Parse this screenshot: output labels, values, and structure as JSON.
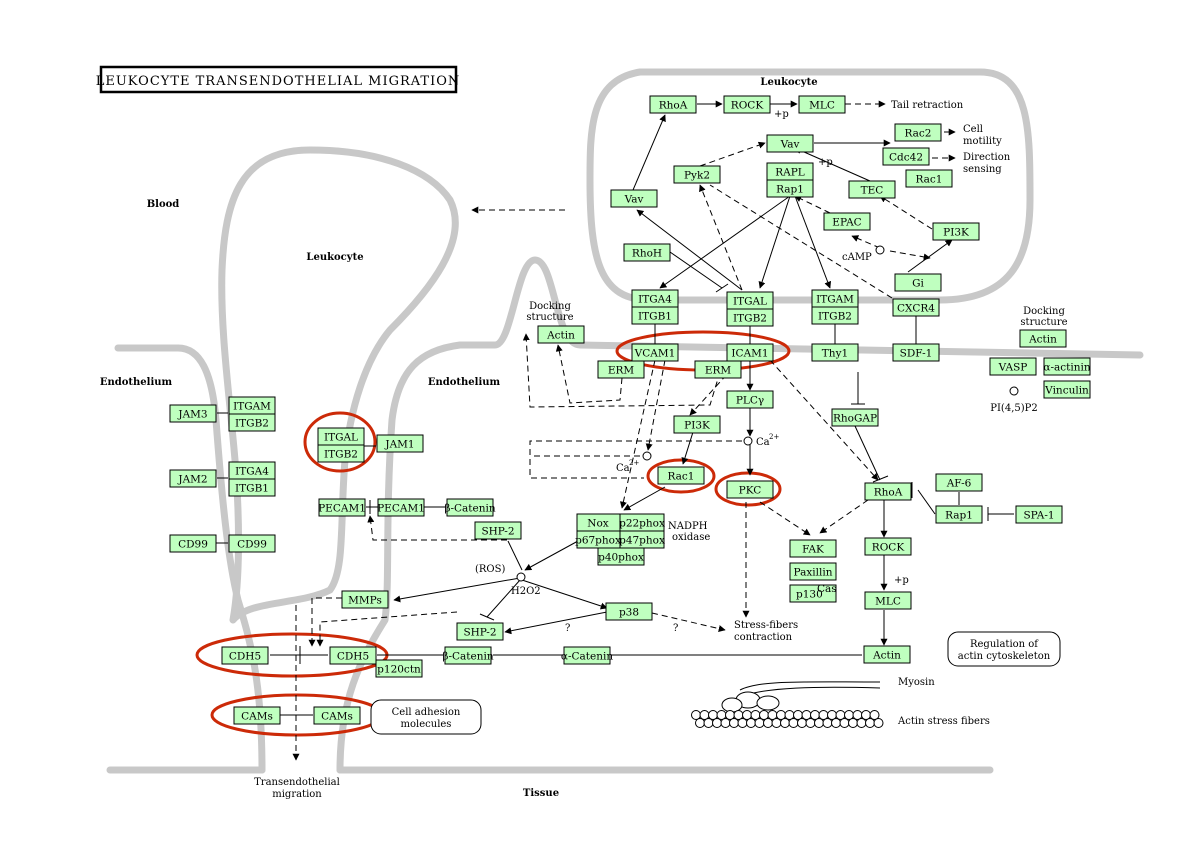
{
  "title": "LEUKOCYTE TRANSENDOTHELIAL MIGRATION",
  "genes": {
    "rhoa_top": "RhoA",
    "rock_top": "ROCK",
    "mlc_top": "MLC",
    "vav_top": "Vav",
    "rac2": "Rac2",
    "cdc42": "Cdc42",
    "rac1_top": "Rac1",
    "pyk2": "Pyk2",
    "rapl": "RAPL",
    "rap1_top": "Rap1",
    "tec": "TEC",
    "vav_left": "Vav",
    "epac": "EPAC",
    "pi3k_top": "PI3K",
    "rhoh": "RhoH",
    "gi": "Gi",
    "itga4": "ITGA4",
    "itgb1": "ITGB1",
    "itgal": "ITGAL",
    "itgb2": "ITGB2",
    "itgam": "ITGAM",
    "itgb2b": "ITGB2",
    "cxcr4": "CXCR4",
    "actin_dock": "Actin",
    "vcam1": "VCAM1",
    "icam1": "ICAM1",
    "thy1": "Thy1",
    "sdf1": "SDF-1",
    "erm1": "ERM",
    "erm2": "ERM",
    "actin_right": "Actin",
    "vasp": "VASP",
    "a_actinin": "α-actinin",
    "vinculin": "Vinculin",
    "jam3": "JAM3",
    "itgam_l": "ITGAM",
    "itgb2_l": "ITGB2",
    "itgal_l": "ITGAL",
    "itgb2_l2": "ITGB2",
    "jam1": "JAM1",
    "jam2": "JAM2",
    "itga4_l": "ITGA4",
    "itgb1_l": "ITGB1",
    "pecam1_a": "PECAM1",
    "pecam1_b": "PECAM1",
    "bcat1": "β-Catenin",
    "cd99_a": "CD99",
    "cd99_b": "CD99",
    "plcg": "PLCγ",
    "pi3k_mid": "PI3K",
    "rhogap": "RhoGAP",
    "rac1_mid": "Rac1",
    "pkc": "PKC",
    "rhoa_mid": "RhoA",
    "af6": "AF-6",
    "rap1_mid": "Rap1",
    "spa1": "SPA-1",
    "nox": "Nox",
    "p22": "p22phox",
    "p67": "p67phox",
    "p47": "p47phox",
    "p40": "p40phox",
    "shp2_a": "SHP-2",
    "fak": "FAK",
    "paxillin": "Paxillin",
    "p130": "p130",
    "cas": "Cas",
    "rock_mid": "ROCK",
    "mmps": "MMPs",
    "p38": "p38",
    "shp2_b": "SHP-2",
    "mlc_mid": "MLC",
    "cdh5_a": "CDH5",
    "cdh5_b": "CDH5",
    "bcat2": "β-Catenin",
    "a_cat": "α-Catenin",
    "actin_bottom": "Actin",
    "p120": "p120ctn",
    "cams_a": "CAMs",
    "cams_b": "CAMs"
  },
  "labels": {
    "leukocyte_top": "Leukocyte",
    "leukocyte_left": "Leukocyte",
    "blood": "Blood",
    "endothelium_left": "Endothelium",
    "endothelium_mid": "Endothelium",
    "tissue": "Tissue",
    "tail_retraction": "Tail retraction",
    "cell_motility_1": "Cell",
    "cell_motility_2": "motility",
    "direction_1": "Direction",
    "direction_2": "sensing",
    "camp": "cAMP",
    "docking1_a": "Docking",
    "docking1_b": "structure",
    "docking2_a": "Docking",
    "docking2_b": "structure",
    "pi45p2": "PI(4,5)P2",
    "ca_a": "Ca",
    "ca_b": "Ca",
    "sup2": "2+",
    "nadph_1": "NADPH",
    "nadph_2": "oxidase",
    "ros": "(ROS)",
    "h2o2": "H2O2",
    "stress_1": "Stress-fibers",
    "stress_2": "contraction",
    "plus_p": "+p",
    "q": "?",
    "myosin": "Myosin",
    "actin_stress": "Actin stress fibers",
    "reg_1": "Regulation of",
    "reg_2": "actin cytoskeleton",
    "cam_1": "Cell adhesion",
    "cam_2": "molecules",
    "trans_1": "Transendothelial",
    "trans_2": "migration"
  },
  "colors": {
    "gene_fill": "#bfffbf",
    "highlight": "#cc2a08",
    "membrane": "#c8c8c8"
  }
}
